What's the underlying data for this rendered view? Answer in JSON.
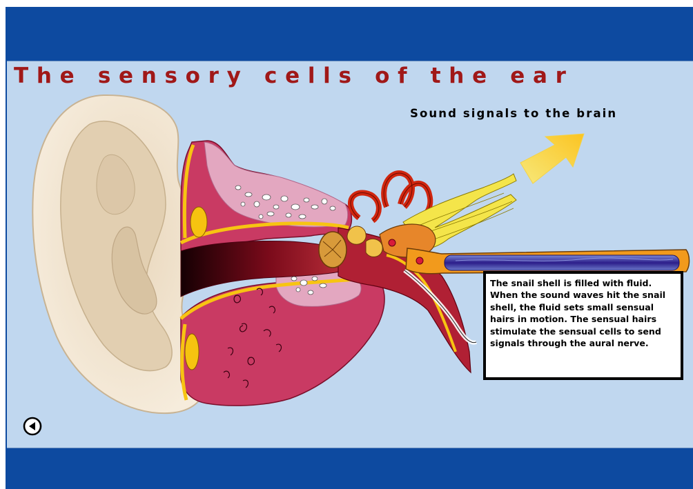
{
  "title": "The sensory cells of the ear",
  "subtitle": "Sound signals to the brain",
  "info_text": "The snail shell is filled with fluid. When the sound waves hit the snail shell, the fluid sets small sensual hairs in motion. The sensual hairs stimulate the sensual cells to send signals through the aural nerve.",
  "back_button_icon": "back-arrow-icon",
  "colors": {
    "frame": "#0d4aa0",
    "panel": "#c0d7ef",
    "title": "#a01818",
    "tissue": "#c93a63",
    "bone_pink": "#e3a7c0",
    "nerve": "#f2e24c",
    "canal": "#3a1f8c"
  }
}
